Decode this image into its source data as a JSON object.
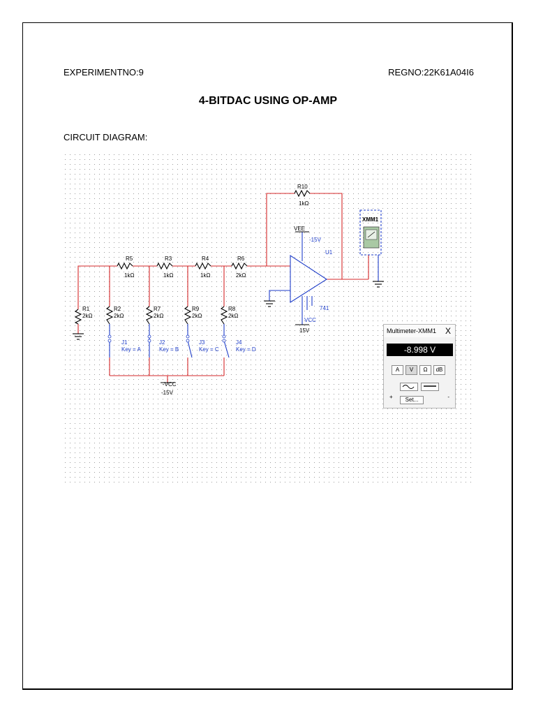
{
  "header": {
    "experiment": "EXPERIMENTNO:9",
    "regno": "REGNO:22K61A04I6"
  },
  "title": "4-BITDAC USING OP-AMP",
  "section_label": "CIRCUIT DIAGRAM:",
  "schematic": {
    "feedback_resistor": {
      "name": "R10",
      "value": "1kΩ"
    },
    "ladder_resistors": [
      {
        "name": "R5",
        "value": "1kΩ"
      },
      {
        "name": "R3",
        "value": "1kΩ"
      },
      {
        "name": "R4",
        "value": "1kΩ"
      },
      {
        "name": "R6",
        "value": "2kΩ"
      }
    ],
    "shunt_resistors": [
      {
        "name": "R1",
        "value": "2kΩ"
      },
      {
        "name": "R2",
        "value": "2kΩ"
      },
      {
        "name": "R7",
        "value": "2kΩ"
      },
      {
        "name": "R9",
        "value": "2kΩ"
      },
      {
        "name": "R8",
        "value": "2kΩ"
      }
    ],
    "switches": [
      {
        "name": "J1",
        "key": "Key = A"
      },
      {
        "name": "J2",
        "key": "Key = B"
      },
      {
        "name": "J3",
        "key": "Key = C"
      },
      {
        "name": "J4",
        "key": "Key = D"
      }
    ],
    "opamp": {
      "name": "U1",
      "model": "741"
    },
    "vee": {
      "label": "VEE",
      "value": "-15V"
    },
    "vcc": {
      "label": "VCC",
      "value": "15V"
    },
    "ladder_supply": {
      "label": "-VCC",
      "value": "-15V"
    },
    "meter_label": "XMM1"
  },
  "multimeter": {
    "title": "Multimeter-XMM1",
    "close": "X",
    "reading": "-8.998 V",
    "buttons": [
      "A",
      "V",
      "Ω",
      "dB"
    ],
    "selected": "V",
    "set_label": "Set...",
    "plus": "+",
    "minus": "-"
  }
}
